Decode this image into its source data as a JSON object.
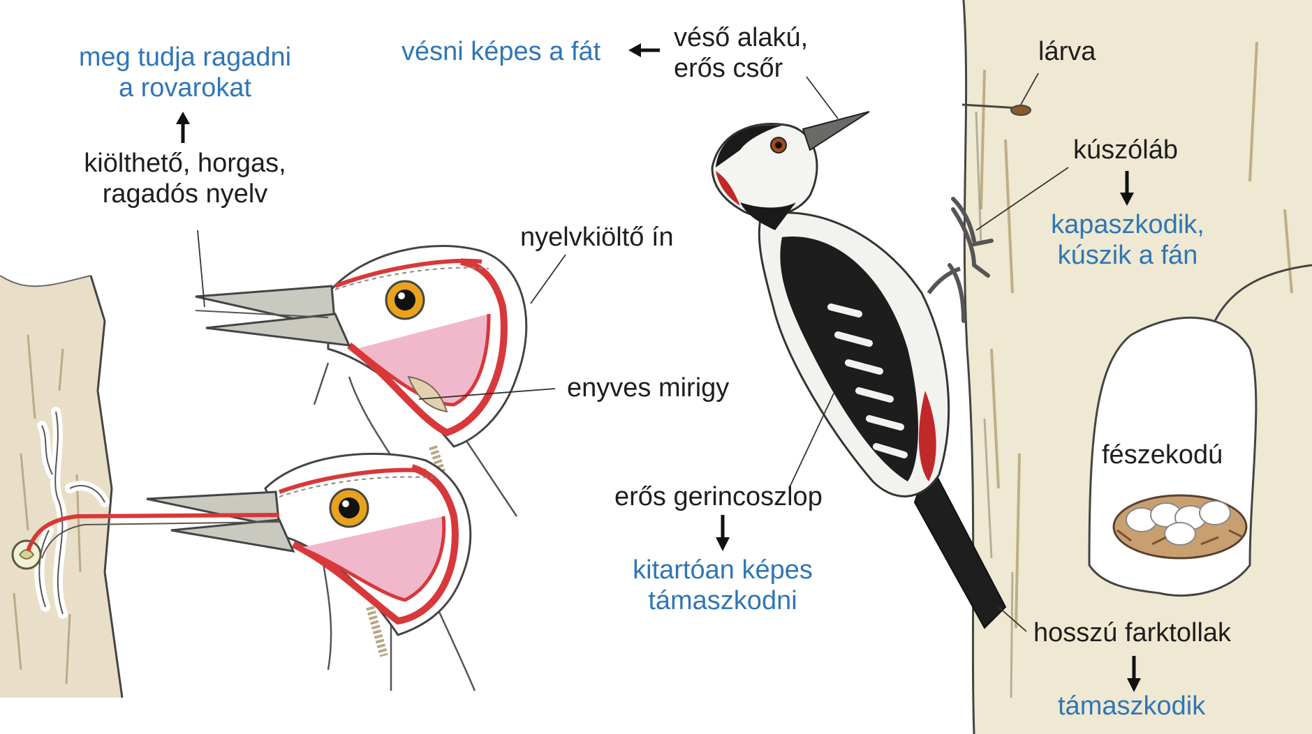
{
  "labels": {
    "insect_grab": [
      "meg tudja ragadni",
      "a rovarokat"
    ],
    "tongue": [
      "kiölthető, horgas,",
      "ragadós nyelv"
    ],
    "chisel_result": "vésni képes a fát",
    "beak": [
      "véső alakú,",
      "erős csőr"
    ],
    "larva": "lárva",
    "tendon": "nyelvkiöltő ín",
    "gland": "enyves mirigy",
    "climbing_foot": "kúszóláb",
    "climb_result": [
      "kapaszkodik,",
      "kúszik a fán"
    ],
    "spine": "erős gerincoszlop",
    "spine_result": [
      "kitartóan képes",
      "támaszkodni"
    ],
    "nest": "fészekodú",
    "tail": "hosszú farktollak",
    "tail_result": "támaszkodik"
  },
  "colors": {
    "result_text": "#2f76b6",
    "label_text": "#1e1e1e",
    "muscle": "#d8383a",
    "tongue_sheath": "#e8a0b8",
    "bark": "#e6dcc4",
    "bark_dark": "#8a8a70"
  },
  "icons": [
    "arrow-up-icon",
    "arrow-left-icon",
    "arrow-down-icon"
  ]
}
